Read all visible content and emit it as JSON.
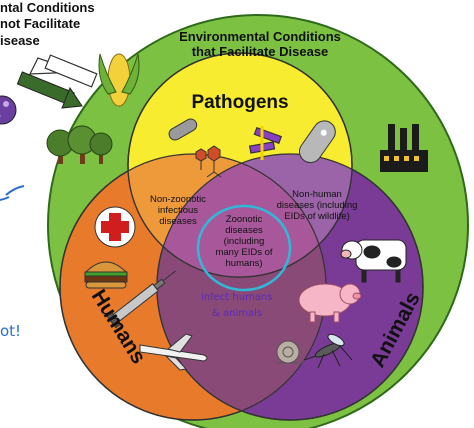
{
  "corner_title": {
    "line1": "ntal Conditions",
    "line2": "not Facilitate",
    "line3": "isease"
  },
  "outer_circle": {
    "title_line1": "Environmental Conditions",
    "title_line2": "that Facilitate Disease"
  },
  "sets": {
    "pathogens": "Pathogens",
    "humans": "Humans",
    "animals": "Animals"
  },
  "regions": {
    "human_pathogen": [
      "Non-zoonotic",
      "infectious",
      "diseases"
    ],
    "animal_pathogen": [
      "Non-human",
      "diseases (including",
      "EIDs of wildlife)"
    ],
    "center": [
      "Zoonotic",
      "diseases",
      "(including",
      "many EIDs of",
      "humans)"
    ]
  },
  "handwriting": {
    "line1": "infect humans",
    "line2": "& animals",
    "margin_mark": "ot!"
  },
  "colors": {
    "outer_green": "#7dc143",
    "pathogen_yellow": "#f7ec2f",
    "human_orange": "#e87a2b",
    "animal_purple": "#7a3b96",
    "handwriting": "#5a2ab8"
  }
}
